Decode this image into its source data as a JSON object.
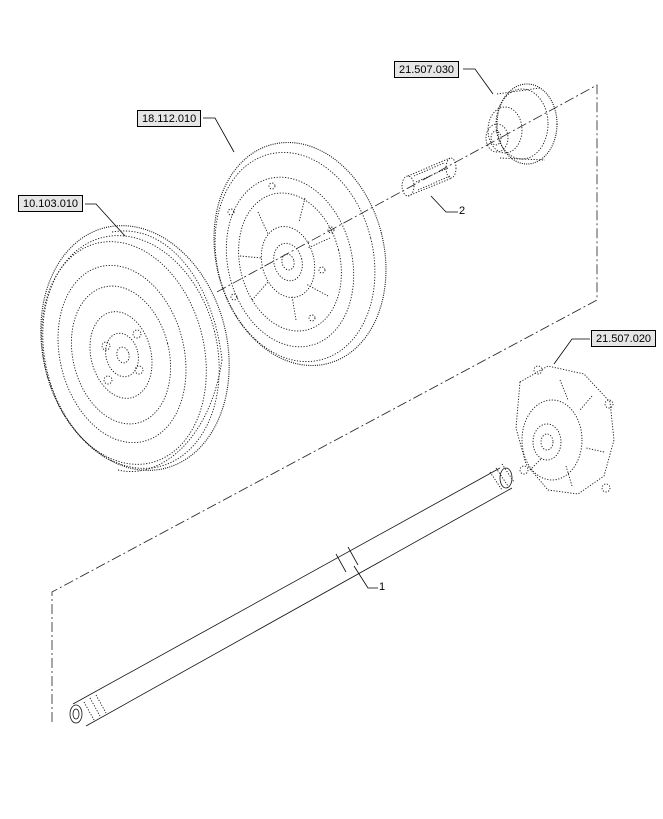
{
  "references": {
    "flywheel": "10.103.010",
    "damper": "18.112.010",
    "gear": "21.507.030",
    "housing": "21.507.020"
  },
  "items": {
    "shaft": "1",
    "coupler": "2"
  }
}
